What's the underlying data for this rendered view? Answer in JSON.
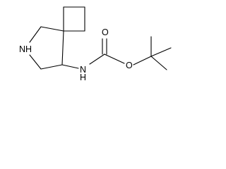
{
  "molecule": {
    "atoms": {
      "ring_nh": "NH",
      "carbamate_nh": "N",
      "carbamate_nh_h": "H",
      "carbonyl_oxygen": "O",
      "ester_oxygen": "O"
    }
  }
}
